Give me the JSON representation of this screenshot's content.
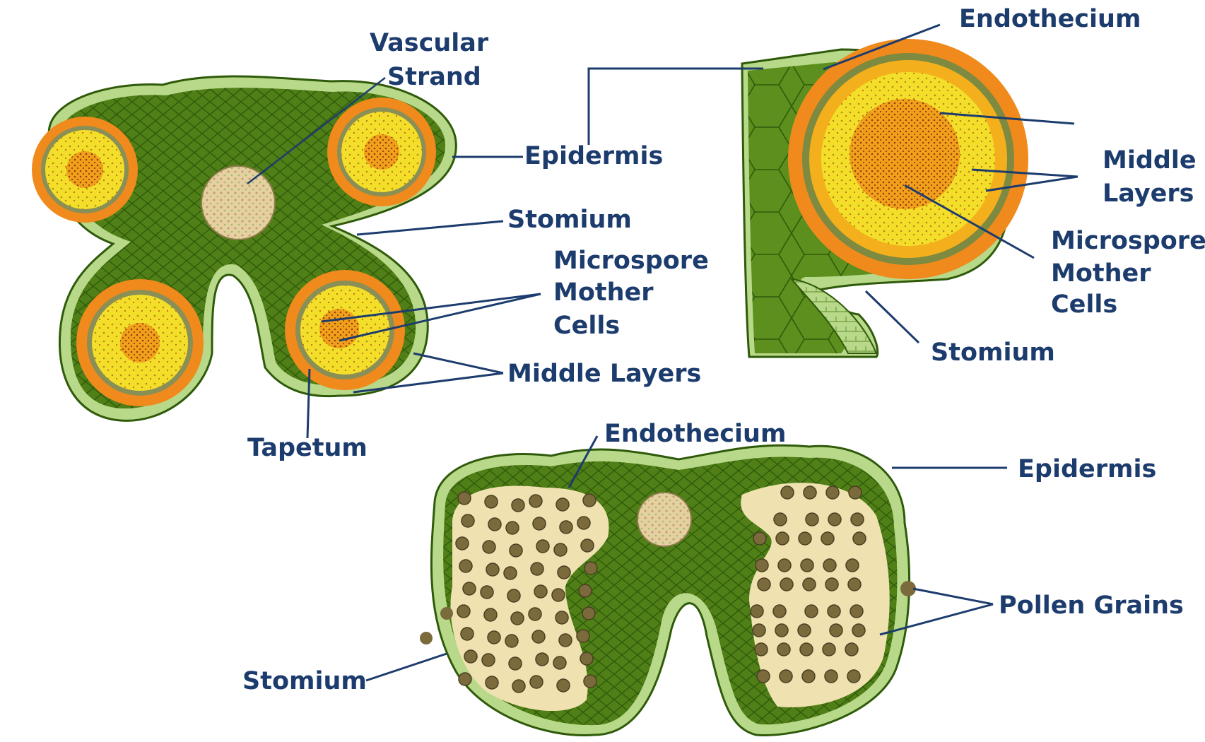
{
  "colors": {
    "dark_green": "#4f7f16",
    "cell_green": "#2e5a0a",
    "light_green": "#b9d98a",
    "orange": "#f08a1c",
    "yellow": "#f3df2a",
    "cream": "#efe2b0",
    "pollen": "#7a6a3c",
    "label": "#1d3c6e"
  },
  "labels": {
    "vascular_strand": [
      "Vascular",
      "Strand"
    ],
    "epidermis_left": "Epidermis",
    "stomium_left": "Stomium",
    "microspore_left": [
      "Microspore",
      "Mother",
      "Cells"
    ],
    "middle_layers_left": "Middle Layers",
    "tapetum": "Tapetum",
    "endothecium_top": "Endothecium",
    "middle_layers_right": [
      "Middle",
      "Layers"
    ],
    "microspore_right": [
      "Microspore",
      "Mother",
      "Cells"
    ],
    "stomium_right": "Stomium",
    "endothecium_bottom": "Endothecium",
    "epidermis_bottom": "Epidermis",
    "pollen_grains": "Pollen Grains",
    "stomium_bottom": "Stomium"
  }
}
